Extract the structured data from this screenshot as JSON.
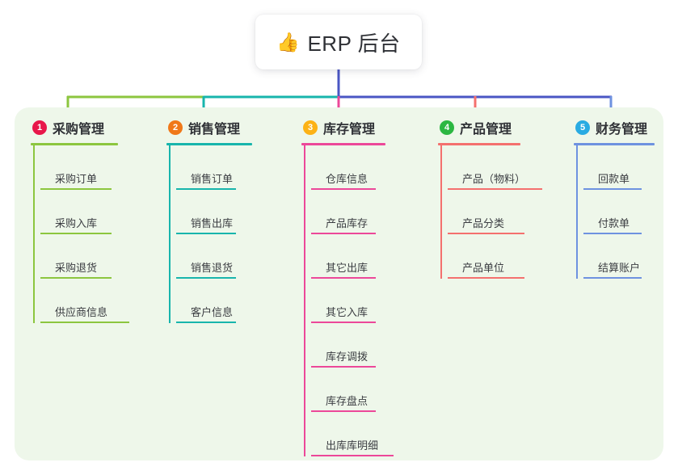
{
  "root": {
    "icon": "thumbs-up-icon",
    "icon_glyph": "👍",
    "title": "ERP 后台"
  },
  "panel": {
    "background_color": "#eef7ea"
  },
  "connectors": {
    "trunk_color": "#4a56c4",
    "bus_segment_1_color": "#8cc63f",
    "bus_segment_2_color": "#18b5ac",
    "bus_segment_3_color": "#4a56c4",
    "drop_colors": [
      "#8cc63f",
      "#18b5ac",
      "#ec4899",
      "#f4706e",
      "#6e92e0"
    ]
  },
  "columns": [
    {
      "number": "1",
      "badge_color": "#e8174a",
      "accent_color": "#8cc63f",
      "title": "采购管理",
      "items": [
        "采购订单",
        "采购入库",
        "采购退货",
        "供应商信息"
      ]
    },
    {
      "number": "2",
      "badge_color": "#f07818",
      "accent_color": "#18b5ac",
      "title": "销售管理",
      "items": [
        "销售订单",
        "销售出库",
        "销售退货",
        "客户信息"
      ]
    },
    {
      "number": "3",
      "badge_color": "#fcb215",
      "accent_color": "#ec4899",
      "title": "库存管理",
      "items": [
        "仓库信息",
        "产品库存",
        "其它出库",
        "其它入库",
        "库存调拨",
        "库存盘点",
        "出库库明细"
      ]
    },
    {
      "number": "4",
      "badge_color": "#2cb742",
      "accent_color": "#f4706e",
      "title": "产品管理",
      "items": [
        "产品（物料）",
        "产品分类",
        "产品单位"
      ]
    },
    {
      "number": "5",
      "badge_color": "#29abe2",
      "accent_color": "#6e92e0",
      "title": "财务管理",
      "items": [
        "回款单",
        "付款单",
        "结算账户"
      ]
    }
  ]
}
